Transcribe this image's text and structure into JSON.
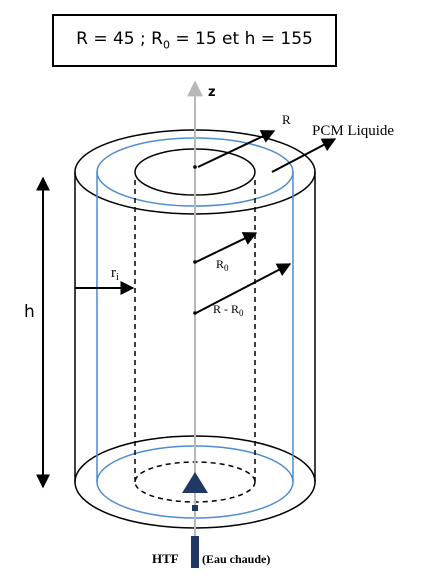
{
  "header": {
    "eq_r": "R = 45 ; R",
    "eq_r0_sub": "0",
    "eq_rest": " = 15 et h = 155"
  },
  "labels": {
    "z_axis": "z",
    "R": "R",
    "pcm": "PCM Liquide",
    "ri": "r",
    "ri_sub": "i",
    "h": "h",
    "r0": "R",
    "r0_sub": "0",
    "r_minus_r0": "R - R",
    "r_minus_r0_sub": "0",
    "htf": "HTF",
    "htf_note": "(Eau chaude)"
  },
  "colors": {
    "outline": "#000000",
    "pcm_boundary": "#4f8ccf",
    "axis": "#b8b8b8",
    "htf_fill": "#1f3864"
  }
}
